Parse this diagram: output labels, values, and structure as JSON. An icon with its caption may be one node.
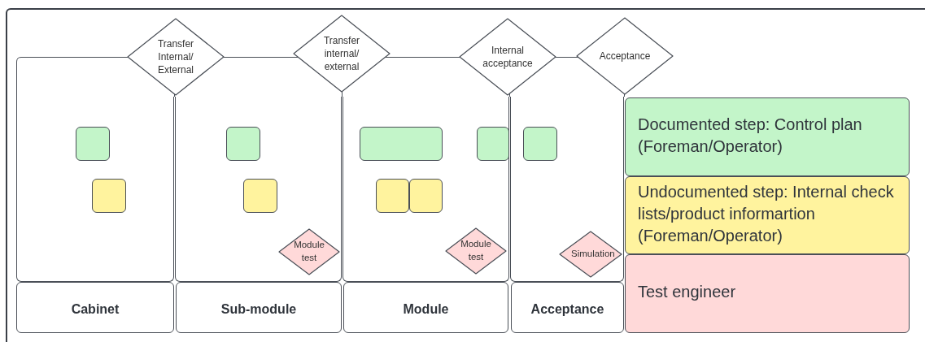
{
  "diagram": {
    "nodes": [
      {
        "text": [
          "Transfer Internal/ External"
        ]
      },
      {
        "text": [
          "Transfer internal/ external"
        ]
      },
      {
        "text": [
          "Internal acceptance"
        ]
      },
      {
        "text": [
          "Acceptance"
        ]
      },
      {
        "text": [],
        "shape": "box"
      },
      {
        "text": [],
        "shape": "box"
      },
      {
        "text": [],
        "shape": "box"
      },
      {
        "text": [],
        "shape": "box"
      },
      {
        "text": [],
        "shape": "box",
        "in": 4
      },
      {
        "text": [],
        "shape": "box",
        "in": 4
      },
      {
        "text": [],
        "shape": "box",
        "in": 5
      },
      {
        "text": [],
        "shape": "box",
        "in": 5
      },
      {
        "text": [],
        "shape": "box",
        "in": 6
      },
      {
        "text": [],
        "shape": "box",
        "in": 6
      },
      {
        "text": [],
        "shape": "box",
        "in": 6
      },
      {
        "text": [],
        "shape": "box",
        "in": 6
      },
      {
        "text": [],
        "shape": "box",
        "in": 7
      },
      {
        "text": [
          "Module test"
        ],
        "in": 5
      },
      {
        "text": [
          "Module test"
        ],
        "in": 6
      },
      {
        "text": [
          "Simulation"
        ],
        "in": 7
      },
      {
        "text": [
          "Cabinet"
        ]
      },
      {
        "text": [
          "Sub-module"
        ]
      },
      {
        "text": [
          "Module"
        ]
      },
      {
        "text": [
          "Acceptance"
        ]
      },
      {
        "text": [
          "Documented step: Control plan (Foreman/Operator)"
        ]
      },
      {
        "text": [
          "Undocumented step: Internal check lists/product informartion (Foreman/Operator)"
        ]
      },
      {
        "text": [
          "Test engineer"
        ]
      }
    ],
    "edges": []
  }
}
